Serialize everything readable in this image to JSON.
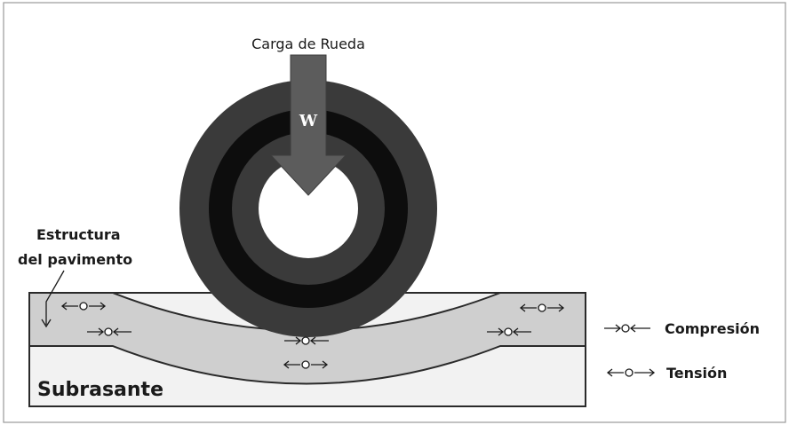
{
  "figure": {
    "load_label": "Carga de Rueda",
    "load_symbol": "W",
    "structure_label_line1": "Estructura",
    "structure_label_line2": "del pavimento",
    "subgrade_label": "Subrasante"
  },
  "legend": {
    "compression": "Compresión",
    "tension": "Tensión"
  },
  "colors": {
    "tire_dark": "#3a3a3a",
    "tire_black": "#0d0d0d",
    "arrow_gray": "#5c5c5c",
    "pavement_layer": "#cfcfcf",
    "subgrade": "#f2f2f2",
    "outline": "#2a2a2a"
  }
}
